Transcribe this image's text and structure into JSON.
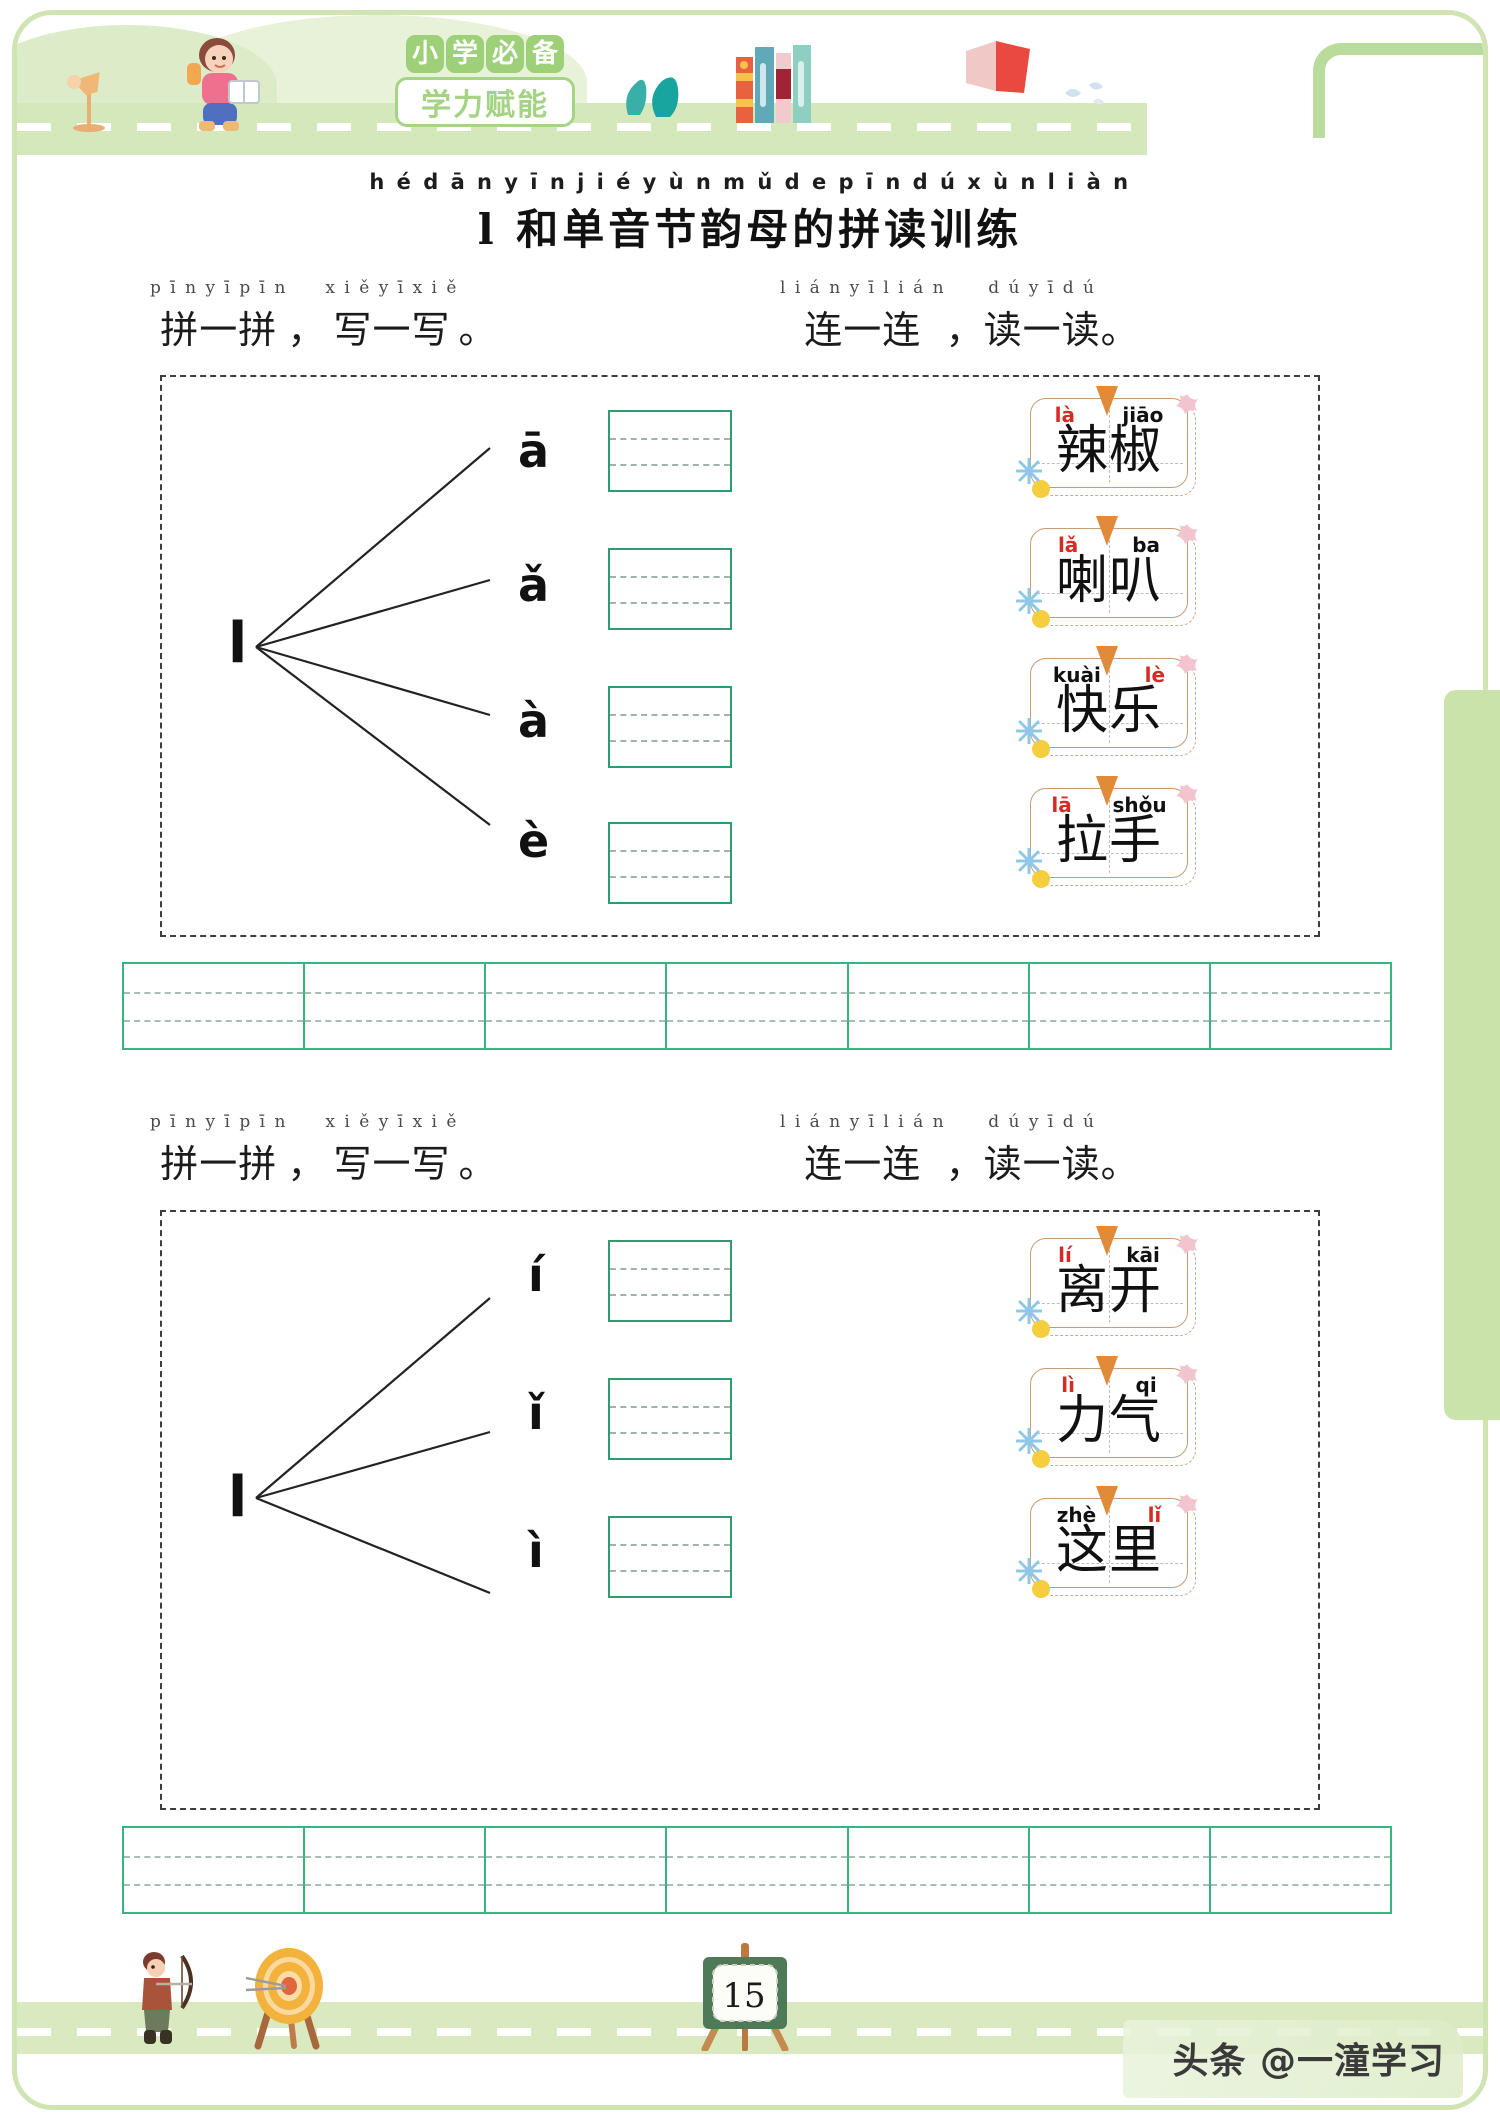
{
  "header": {
    "logo_top": "小学必备",
    "logo_bottom": "学力赋能",
    "icons": [
      "girl-reading-icon",
      "desk-lamp-icon",
      "bush-icon",
      "books-icon",
      "open-book-icon",
      "sparkle-icon"
    ]
  },
  "title": {
    "pinyin": "h é d ā n y ī n j i é y ù n m ǔ   d e p ī n d ú x ù n l i à n",
    "text": "l 和单音节韵母的拼读训练"
  },
  "sections": [
    {
      "left_header": {
        "py1": "p ī n y ī p ī n",
        "cn1": "拼一拼",
        "comma": "，",
        "py2": "x i ě y ī x i ě",
        "cn2": "写一写",
        "period": "。"
      },
      "right_header": {
        "py1": "l i á n y ī l i á n",
        "cn1": "连一连",
        "comma": "，",
        "py2": "d ú y ī d ú",
        "cn2": "读一读",
        "period": "。"
      },
      "consonant": "l",
      "vowels": [
        "ā",
        "ǎ",
        "à",
        "è"
      ],
      "write_boxes": 4,
      "cards": [
        {
          "py1": "là",
          "py1_red": true,
          "py2": "jiāo",
          "py2_red": false,
          "word": "辣椒"
        },
        {
          "py1": "lǎ",
          "py1_red": true,
          "py2": "ba",
          "py2_red": false,
          "word": "喇叭"
        },
        {
          "py1": "kuài",
          "py1_red": false,
          "py2": "lè",
          "py2_red": true,
          "word": "快乐"
        },
        {
          "py1": "lā",
          "py1_red": true,
          "py2": "shǒu",
          "py2_red": false,
          "word": "拉手"
        }
      ],
      "practice_cells": 7
    },
    {
      "left_header": {
        "py1": "p ī n y ī p ī n",
        "cn1": "拼一拼",
        "comma": "，",
        "py2": "x i ě y ī x i ě",
        "cn2": "写一写",
        "period": "。"
      },
      "right_header": {
        "py1": "l i á n y ī l i á n",
        "cn1": "连一连",
        "comma": "，",
        "py2": "d ú y ī d ú",
        "cn2": "读一读",
        "period": "。"
      },
      "consonant": "l",
      "vowels": [
        "í",
        "ǐ",
        "ì"
      ],
      "write_boxes": 3,
      "cards": [
        {
          "py1": "lí",
          "py1_red": true,
          "py2": "kāi",
          "py2_red": false,
          "word": "离开"
        },
        {
          "py1": "lì",
          "py1_red": true,
          "py2": "qi",
          "py2_red": false,
          "word": "力气"
        },
        {
          "py1": "zhè",
          "py1_red": false,
          "py2": "lǐ",
          "py2_red": true,
          "word": "这里"
        }
      ],
      "practice_cells": 7
    }
  ],
  "footer": {
    "page_number": "15",
    "watermark": "头条 @一潼学习",
    "icons": [
      "archer-icon",
      "target-icon",
      "easel-icon"
    ]
  },
  "colors": {
    "green_frame": "#cfe4b2",
    "grid_green": "#2f9c6e",
    "strip_green": "#35b57f",
    "pinyin_red": "#d42b24",
    "card_brown": "#c69b77",
    "pencil_orange": "#e08b3a",
    "dot_yellow": "#f5ce3e",
    "star_pink": "#f2c4cf",
    "road_green": "#d5e8bb"
  }
}
